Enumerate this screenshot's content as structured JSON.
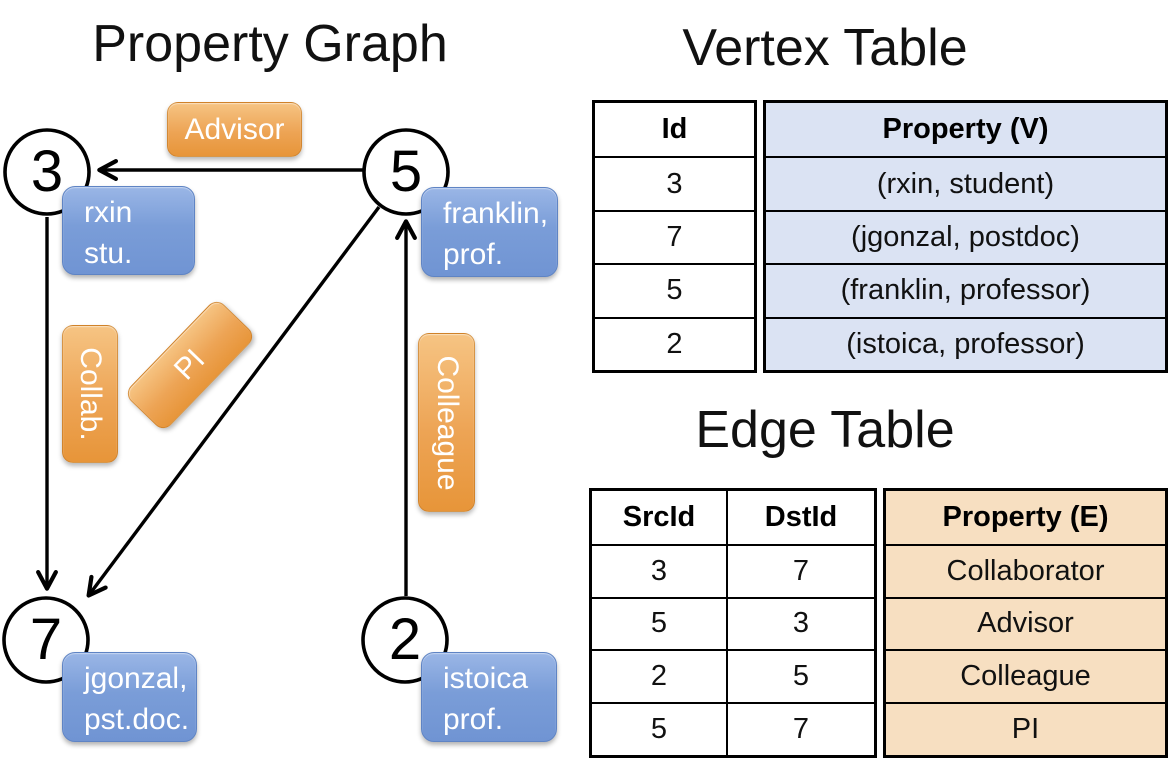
{
  "graph": {
    "title": "Property Graph",
    "nodes": [
      {
        "id": "3",
        "property": "rxin\nstu."
      },
      {
        "id": "5",
        "property": "franklin,\nprof."
      },
      {
        "id": "7",
        "property": "jgonzal,\npst.doc."
      },
      {
        "id": "2",
        "property": "istoica\nprof."
      }
    ],
    "edge_labels": {
      "advisor": "Advisor",
      "collab": "Collab.",
      "pi": "PI",
      "colleague": "Colleague"
    }
  },
  "vertex_table": {
    "title": "Vertex Table",
    "columns": {
      "id": "Id",
      "property": "Property (V)"
    },
    "rows": [
      {
        "id": "3",
        "property": "(rxin, student)"
      },
      {
        "id": "7",
        "property": "(jgonzal, postdoc)"
      },
      {
        "id": "5",
        "property": "(franklin, professor)"
      },
      {
        "id": "2",
        "property": "(istoica, professor)"
      }
    ]
  },
  "edge_table": {
    "title": "Edge Table",
    "columns": {
      "src": "SrcId",
      "dst": "DstId",
      "property": "Property (E)"
    },
    "rows": [
      {
        "src": "3",
        "dst": "7",
        "property": "Collaborator"
      },
      {
        "src": "5",
        "dst": "3",
        "property": "Advisor"
      },
      {
        "src": "2",
        "dst": "5",
        "property": "Colleague"
      },
      {
        "src": "5",
        "dst": "7",
        "property": "PI"
      }
    ]
  },
  "colors": {
    "edge_label_orange_top": "#f6c483",
    "edge_label_orange_bottom": "#e79539",
    "vertex_label_blue_top": "#9ab6e6",
    "vertex_label_blue_bottom": "#7094d3",
    "vertex_table_fill": "#dbe3f3",
    "edge_table_fill": "#f7dfc1",
    "line_black": "#000000"
  }
}
